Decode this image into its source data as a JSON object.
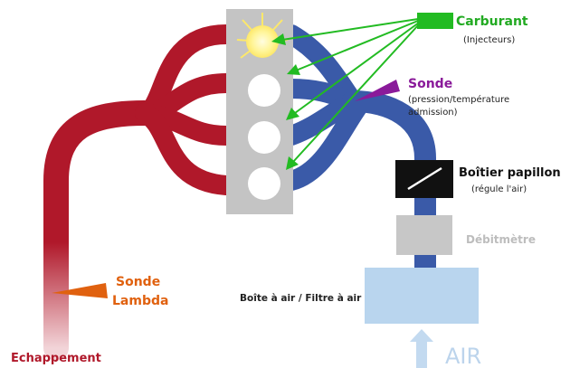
{
  "labels": {
    "carburant": "Carburant",
    "injecteurs": "(Injecteurs)",
    "sonde_admission": "Sonde",
    "pression_line1": "(pression/température",
    "pression_line2": "admission)",
    "papillon": "Boîtier papillon",
    "papillon_sub": "(régule l'air)",
    "debitmetre": "Débitmètre",
    "filtre": "Boîte à air / Filtre à air",
    "air": "AIR",
    "lambda_line1": "Sonde",
    "lambda_line2": "Lambda",
    "echappement": "Echappement"
  },
  "colors": {
    "exhaust": "#b0182a",
    "intake": "#3a5aa8",
    "fuel": "#22bb22",
    "sonde_admission": "#8a1a9a",
    "lambda": "#e0610f",
    "engine_block": "#c4c4c4",
    "throttle": "#111111",
    "debitmetre": "#c7c7c7",
    "airbox": "#b9d5ee",
    "air_arrow": "#c3daf0"
  },
  "icons": {
    "spark": "spark-icon",
    "throttle": "throttle-plate-icon",
    "air_arrow": "up-arrow-icon"
  }
}
